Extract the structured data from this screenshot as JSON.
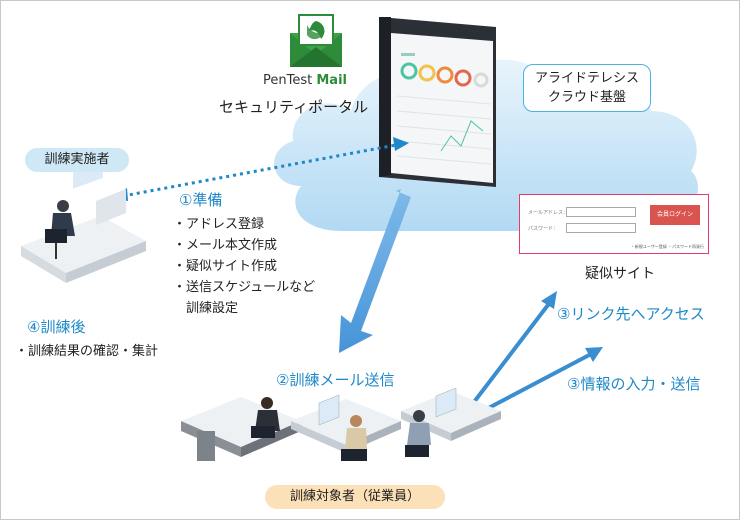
{
  "logo": {
    "brand_regular": "PenTest ",
    "brand_bold": "Mail",
    "subtitle": "セキュリティポータル"
  },
  "cloud_label": {
    "line1": "アライドテレシス",
    "line2": "クラウド基盤"
  },
  "trainer_label": "訓練実施者",
  "prepare": {
    "heading": "①準備",
    "items": [
      "・アドレス登録",
      "・メール本文作成",
      "・疑似サイト作成",
      "・送信スケジュールなど",
      "　訓練設定"
    ]
  },
  "after_training": {
    "heading": "④訓練後",
    "items": [
      "・訓練結果の確認・集計"
    ]
  },
  "fake_site": {
    "label": "疑似サイト",
    "field1": "メールアドレス：",
    "field2": "パスワード：",
    "button": "会員ログイン",
    "footer": "・新規ユーザー登録 ・パスワード再発行"
  },
  "steps": {
    "send_mail": "②訓練メール送信",
    "access_link": "③リンク先へアクセス",
    "enter_info": "③情報の入力・送信"
  },
  "targets_label": "訓練対象者（従業員）",
  "colors": {
    "accent_blue": "#1e88c8",
    "logo_green": "#2e8b3a",
    "fake_site_border": "#e23b6c",
    "trainer_pill": "#cfe8f6",
    "targets_pill": "#fbe0b8"
  }
}
